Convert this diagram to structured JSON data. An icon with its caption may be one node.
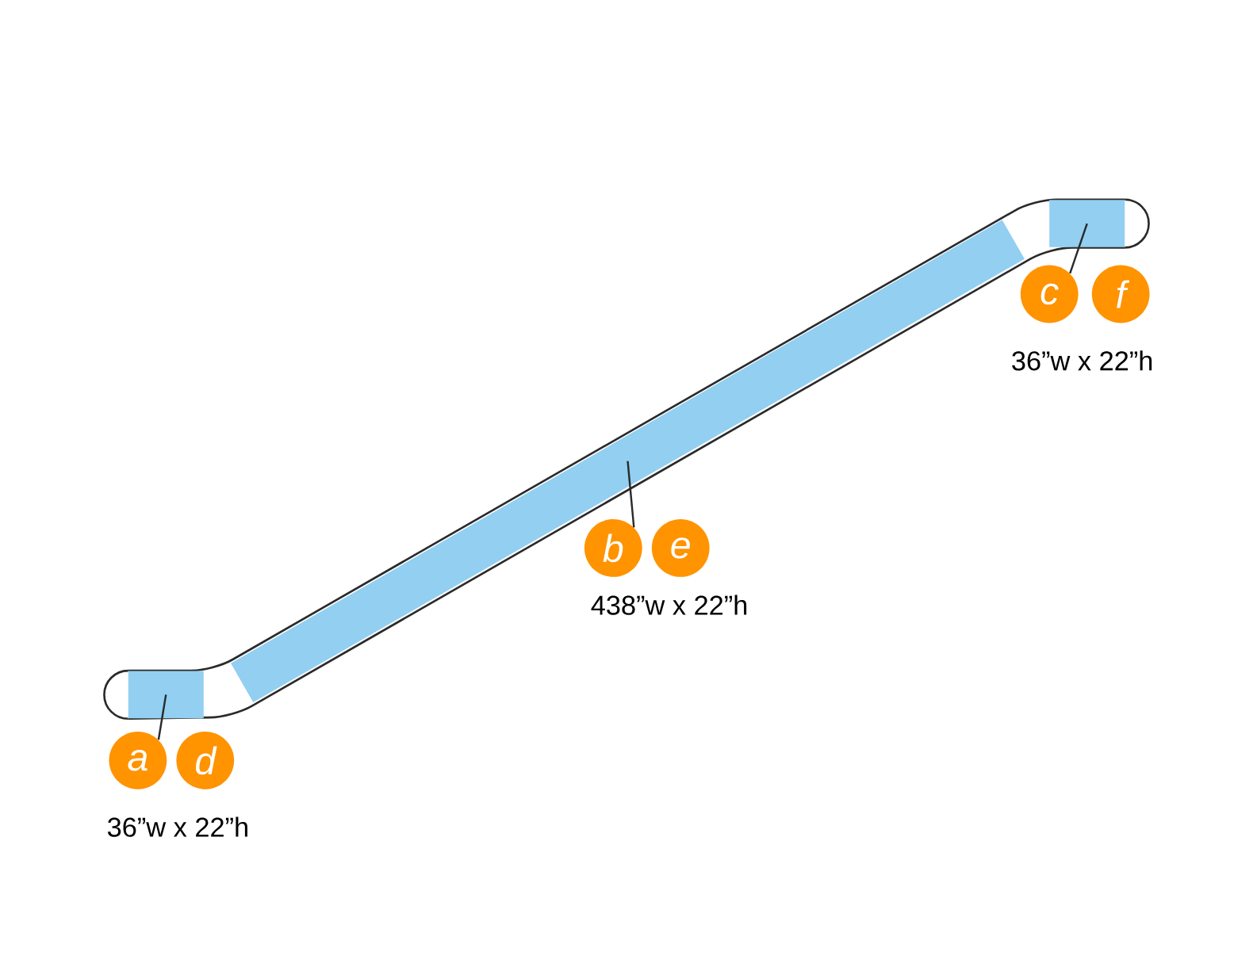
{
  "diagram": {
    "nodes": [
      {
        "text": [],
        "shape": "box"
      },
      {
        "text": [],
        "shape": "box"
      },
      {
        "text": [],
        "shape": "box"
      },
      {
        "text": [
          "a"
        ]
      },
      {
        "text": [
          "d"
        ]
      },
      {
        "text": [
          "b"
        ]
      },
      {
        "text": [
          "e"
        ]
      },
      {
        "text": [
          "c"
        ]
      },
      {
        "text": [
          "f"
        ]
      }
    ],
    "edges": [
      {
        "from": 3,
        "to": 0,
        "arrow": "none"
      },
      {
        "from": 5,
        "to": 1,
        "arrow": "none"
      },
      {
        "from": 7,
        "to": 2,
        "arrow": "none"
      }
    ],
    "labels": [
      "36”w x 22”h",
      "438”w x 22”h",
      "36”w x 22”h"
    ]
  }
}
